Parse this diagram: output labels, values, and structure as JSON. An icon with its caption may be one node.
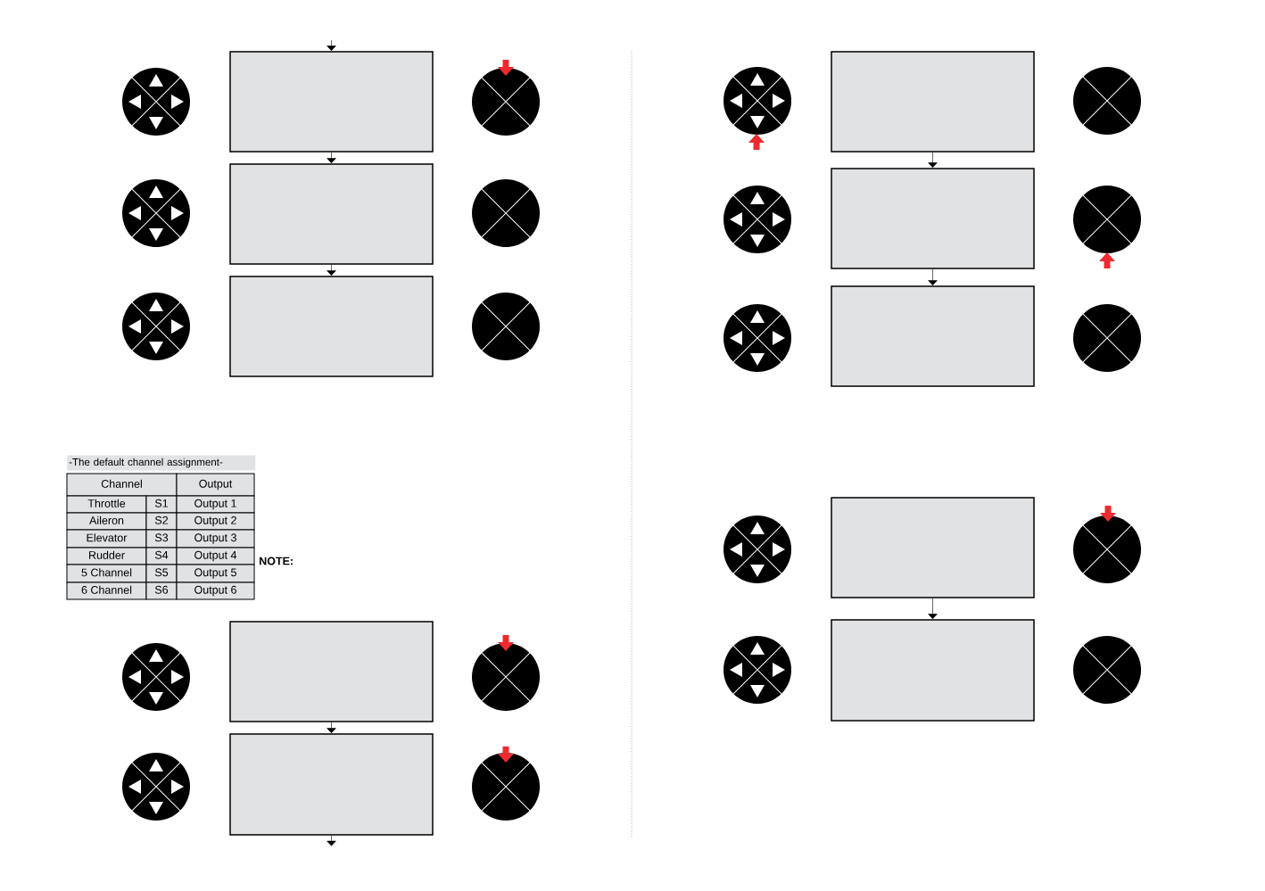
{
  "diagram": {
    "nodes": [
      {
        "text": [],
        "shape": "box"
      },
      {
        "text": [],
        "shape": "box"
      },
      {
        "text": [],
        "shape": "box"
      },
      {
        "text": [],
        "shape": "box"
      },
      {
        "text": [],
        "shape": "box"
      },
      {
        "text": [],
        "shape": "box"
      },
      {
        "text": [],
        "shape": "box"
      },
      {
        "text": [],
        "shape": "box"
      },
      {
        "text": [],
        "shape": "box"
      },
      {
        "text": [],
        "shape": "box"
      }
    ],
    "edges": [
      {
        "from": null,
        "to": 0,
        "arrow": "to"
      },
      {
        "from": 0,
        "to": 1,
        "arrow": "to"
      },
      {
        "from": 1,
        "to": 2,
        "arrow": "to"
      },
      {
        "from": 3,
        "to": 4,
        "arrow": "to"
      },
      {
        "from": 4,
        "to": null,
        "arrow": "to"
      },
      {
        "from": 5,
        "to": 6,
        "arrow": "to"
      },
      {
        "from": 6,
        "to": 7,
        "arrow": "to"
      },
      {
        "from": 8,
        "to": 9,
        "arrow": "to"
      }
    ],
    "labels": [
      "-The default channel assignment-",
      "Channel",
      "Output",
      "Throttle",
      "S1",
      "Output 1",
      "Aileron",
      "S2",
      "Output 2",
      "Elevator",
      "S3",
      "Output 3",
      "Rudder",
      "S4",
      "Output 4",
      "5 Channel",
      "S5",
      "Output 5",
      "6 Channel",
      "S6",
      "Output 6",
      "NOTE:"
    ]
  }
}
